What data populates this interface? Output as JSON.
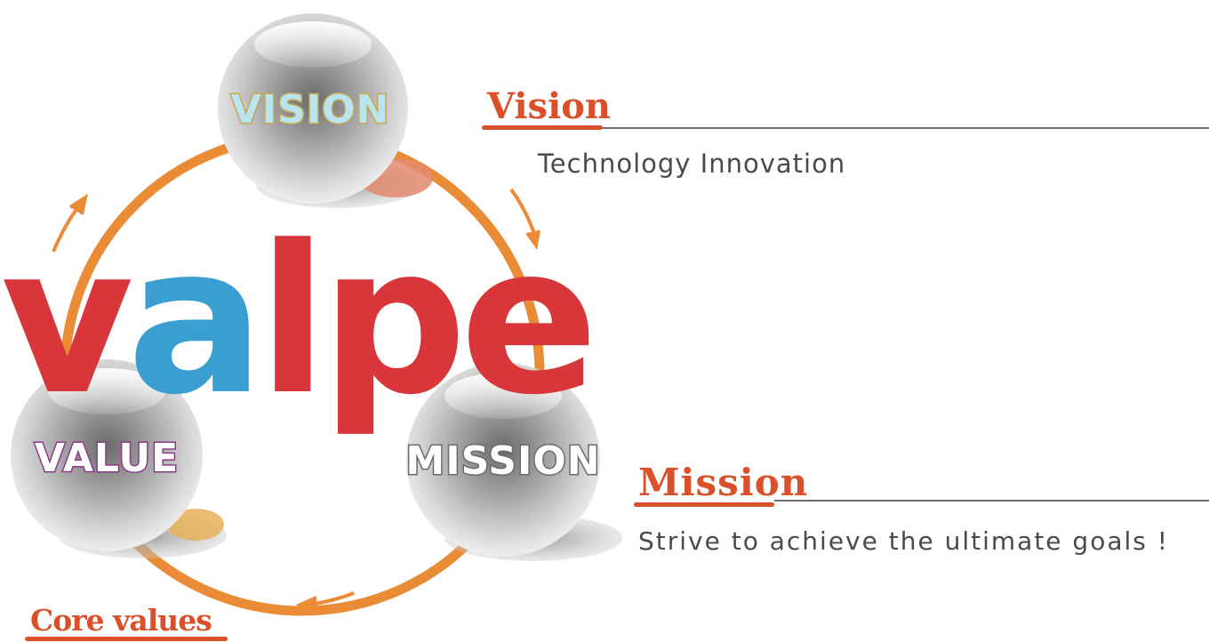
{
  "logo": {
    "text": "valpe",
    "letters": [
      {
        "char": "v",
        "color": "#d8363a"
      },
      {
        "char": "a",
        "color": "#3a9fd0"
      },
      {
        "char": "l",
        "color": "#d8363a"
      },
      {
        "char": "p",
        "color": "#d8363a"
      },
      {
        "char": "e",
        "color": "#d8363a"
      }
    ]
  },
  "spheres": {
    "vision": {
      "label": "VISION",
      "fill": "#b9e4f2",
      "stroke": "#c8a84a"
    },
    "value": {
      "label": "VALUE",
      "fill": "#ffffff",
      "stroke": "#8a3a88"
    },
    "mission": {
      "label": "MISSION",
      "fill": "#ffffff",
      "stroke": "#6a6a6a"
    }
  },
  "sections": {
    "vision": {
      "heading": "Vision",
      "text": "Technology Innovation"
    },
    "mission": {
      "heading": "Mission",
      "text": "Strive to achieve the ultimate goals !"
    },
    "core_values": {
      "heading": "Core values"
    }
  },
  "colors": {
    "ring": "#ea8c35",
    "heading": "#d9502a",
    "body_text": "#4a4a4a",
    "rule": "#6b6b6b"
  }
}
